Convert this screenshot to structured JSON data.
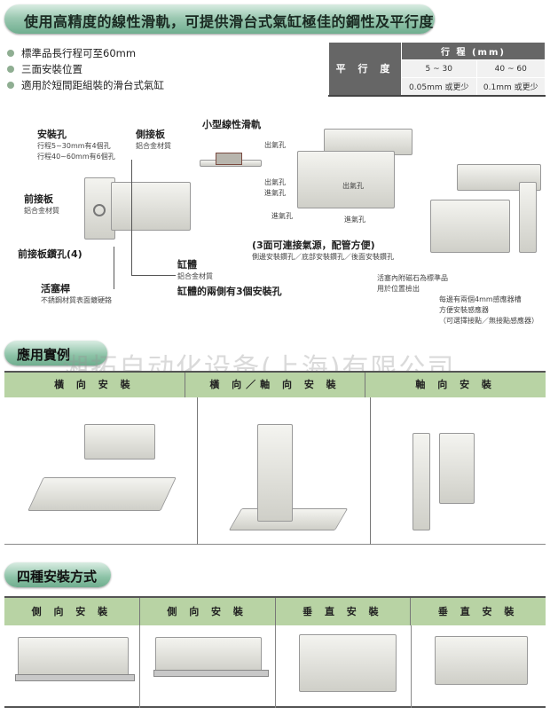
{
  "title": "使用高精度的線性滑軌，可提供滑台式氣缸極佳的鋼性及平行度",
  "bullets": [
    "標準品長行程可至60mm",
    "三面安裝位置",
    "適用於短間距組裝的滑台式氣缸"
  ],
  "parallelism_table": {
    "row_label": "平 行 度",
    "header": "行 程 (mm)",
    "ranges": [
      "5 ~ 30",
      "40 ~ 60"
    ],
    "values": [
      "0.05mm 或更少",
      "0.1mm 或更少"
    ]
  },
  "callouts": {
    "mount_hole": {
      "title": "安裝孔",
      "lines": [
        "行程5~30mm有4個孔",
        "行程40~60mm有6個孔"
      ]
    },
    "side_plate": {
      "title": "側接板",
      "sub": "鋁合金材質"
    },
    "front_plate": {
      "title": "前接板",
      "sub": "鋁合金材質"
    },
    "front_plate_holes": {
      "title": "前接板鑽孔(4)"
    },
    "piston_rod": {
      "title": "活塞桿",
      "sub": "不銹鋼材質表面鍍硬鉻"
    },
    "body": {
      "title": "缸體",
      "sub": "鋁合金材質"
    },
    "body_holes": {
      "title": "缸體的兩側有3個安裝孔"
    },
    "rail": {
      "title": "小型線性滑軌"
    },
    "ports": [
      "出氣孔",
      "出氣孔",
      "進氣孔",
      "出氣孔",
      "進氣孔",
      "進氣孔"
    ],
    "piping": {
      "title": "(3面可連接氣源，配管方便)",
      "sub": "側邊安裝鑽孔／底部安裝鑽孔／後面安裝鑽孔"
    },
    "magnet": {
      "lines": [
        "活塞內附磁石為標準品",
        "用於位置檢出"
      ]
    },
    "sensor": {
      "lines": [
        "每邊有兩個4mm感應器槽",
        "方便安裝感應器",
        "（可選擇接點／無接點感應器）"
      ]
    }
  },
  "applications": {
    "title": "應用實例",
    "columns": [
      "橫 向 安 裝",
      "橫 向／軸 向 安 裝",
      "軸 向 安 裝"
    ]
  },
  "mounting": {
    "title": "四種安裝方式",
    "columns": [
      "側 向 安 裝",
      "側 向 安 裝",
      "垂 直 安 裝",
      "垂 直 安 裝"
    ]
  },
  "watermark": "湘拓自动化设备(上海)有限公司"
}
